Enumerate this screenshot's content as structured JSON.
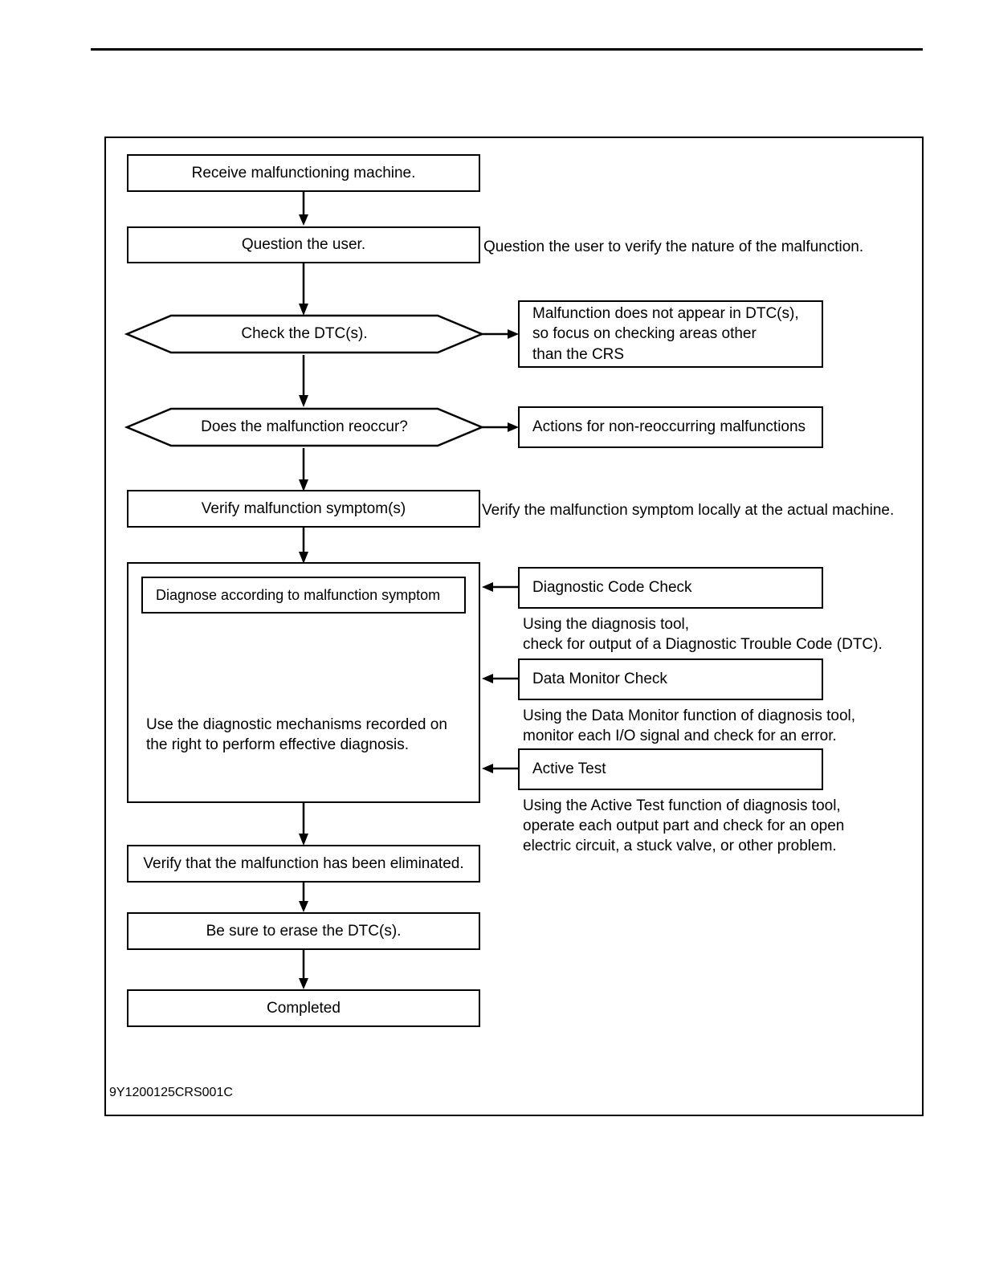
{
  "page": {
    "figure_code": "9Y1200125CRS001C",
    "stroke_color": "#000000",
    "background_color": "#ffffff"
  },
  "flow": {
    "nodes": [
      {
        "id": "receive",
        "shape": "process",
        "label": "Receive malfunctioning machine."
      },
      {
        "id": "question",
        "shape": "process",
        "label": "Question the user."
      },
      {
        "id": "check-dtc",
        "shape": "decision",
        "label": "Check the DTC(s)."
      },
      {
        "id": "reoccur",
        "shape": "decision",
        "label": "Does the malfunction reoccur?"
      },
      {
        "id": "verify-symptom",
        "shape": "process",
        "label": "Verify malfunction symptom(s)"
      },
      {
        "id": "diagnose-inner",
        "shape": "process",
        "label": "Diagnose according to malfunction symptom"
      },
      {
        "id": "diagnose-note",
        "shape": "text",
        "label": "Use the diagnostic mechanisms recorded on\nthe right to perform effective diagnosis."
      },
      {
        "id": "verify-elim",
        "shape": "process",
        "label": "Verify that the malfunction has been eliminated."
      },
      {
        "id": "erase-dtc",
        "shape": "process",
        "label": "Be sure to erase the DTC(s)."
      },
      {
        "id": "completed",
        "shape": "process",
        "label": "Completed"
      }
    ],
    "side_boxes": [
      {
        "id": "dtc-not-appear",
        "label": "Malfunction does not appear in DTC(s),\nso focus on checking areas other\nthan the CRS"
      },
      {
        "id": "non-reoccurring",
        "label": "Actions for non-reoccurring malfunctions"
      },
      {
        "id": "diag-code-check",
        "label": "Diagnostic Code Check"
      },
      {
        "id": "data-monitor",
        "label": "Data Monitor Check"
      },
      {
        "id": "active-test",
        "label": "Active Test"
      }
    ],
    "annotations": [
      {
        "id": "annot-question",
        "label": "Question the user to verify the nature of the malfunction."
      },
      {
        "id": "annot-verify-symptom",
        "label": "Verify the malfunction symptom locally at the actual machine."
      },
      {
        "id": "annot-diag-code",
        "label": "Using the diagnosis tool,\ncheck for output of a Diagnostic Trouble Code (DTC)."
      },
      {
        "id": "annot-data-monitor",
        "label": "Using the Data Monitor function of diagnosis tool,\nmonitor each I/O signal and check for an error."
      },
      {
        "id": "annot-active-test",
        "label": "Using the Active Test function of diagnosis tool,\noperate each output part and check for an open\nelectric circuit, a stuck valve, or other problem."
      }
    ]
  }
}
